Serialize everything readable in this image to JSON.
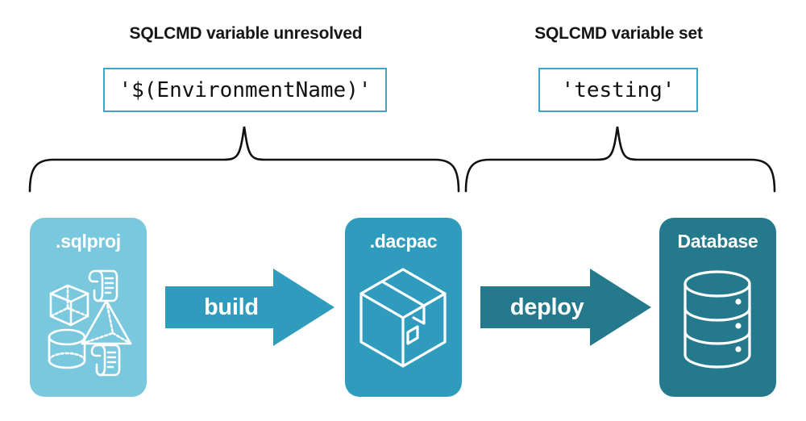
{
  "headings": {
    "left": "SQLCMD variable unresolved",
    "right": "SQLCMD variable set"
  },
  "value_boxes": {
    "left": "'$(EnvironmentName)'",
    "right": "'testing'"
  },
  "stages": [
    {
      "id": "sqlproj",
      "label": ".sqlproj",
      "color": "#7AC8DE",
      "icons": [
        "cube-icon",
        "scroll-icon",
        "pyramid-icon",
        "cylinder-icon",
        "scroll-icon"
      ]
    },
    {
      "id": "dacpac",
      "label": ".dacpac",
      "color": "#2F9CBE",
      "icons": [
        "package-box-icon"
      ]
    },
    {
      "id": "database",
      "label": "Database",
      "color": "#24798C",
      "icons": [
        "database-cylinder-icon"
      ]
    }
  ],
  "arrows": [
    {
      "id": "build",
      "label": "build",
      "color": "#2F9CBE"
    },
    {
      "id": "deploy",
      "label": "deploy",
      "color": "#24798C"
    }
  ],
  "braces": [
    {
      "id": "brace-left",
      "spans": "sqlproj-to-dacpac",
      "color": "#000000"
    },
    {
      "id": "brace-right",
      "spans": "dacpac-to-database",
      "color": "#000000"
    }
  ],
  "colors": {
    "box_border": "#3BA7C4",
    "light_teal": "#7AC8DE",
    "mid_teal": "#2F9CBE",
    "dark_teal": "#24798C",
    "text": "#161616",
    "background": "#FFFFFF"
  }
}
